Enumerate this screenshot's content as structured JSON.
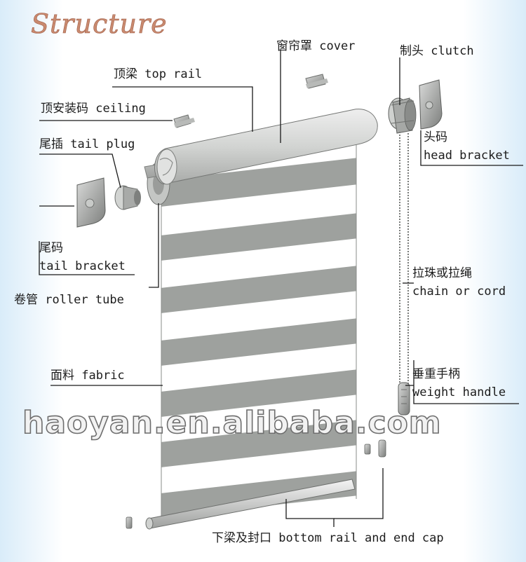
{
  "title": "Structure",
  "labels": {
    "cover": "窗帘罩 cover",
    "clutch": "制头 clutch",
    "top_rail": "顶梁 top rail",
    "ceiling": "顶安装码 ceiling",
    "tail_plug": "尾插 tail plug",
    "head_bracket_cn": "头码",
    "head_bracket_en": "head bracket",
    "tail_bracket_cn": "尾码",
    "tail_bracket_en": "tail bracket",
    "chain_cn": "拉珠或拉绳",
    "chain_en": "chain or cord",
    "roller_tube": "卷管 roller tube",
    "fabric": "面料 fabric",
    "weight_cn": "垂重手柄",
    "weight_en": "weight handle",
    "bottom_rail": "下梁及封口 bottom rail and end cap"
  },
  "watermark": "haoyan.en.alibaba.com",
  "colors": {
    "title": "#c98a6f",
    "stripe_dark": "#9ea19e",
    "stripe_light": "#ffffff",
    "background_edge": "#d9ecf9"
  }
}
